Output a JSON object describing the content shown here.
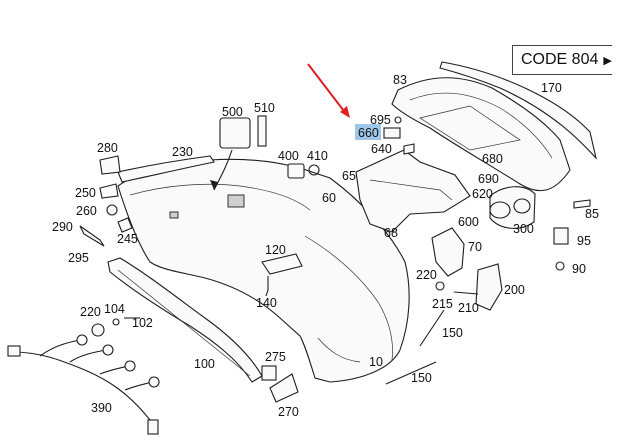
{
  "code_box": {
    "label": "CODE 804",
    "arrow_icon": "triangle-right-icon"
  },
  "highlight": {
    "part": "660",
    "color": "#9ec6e8"
  },
  "callout_arrow_color": "#e02020",
  "parts": {
    "p83": "83",
    "p170": "170",
    "p695": "695",
    "p660": "660",
    "p640": "640",
    "p500": "500",
    "p510": "510",
    "p280": "280",
    "p230": "230",
    "p400": "400",
    "p410": "410",
    "p680": "680",
    "p690": "690",
    "p620": "620",
    "p65": "65",
    "p60": "60",
    "p600": "600",
    "p300": "300",
    "p85": "85",
    "p250": "250",
    "p260": "260",
    "p245": "245",
    "p290": "290",
    "p295": "295",
    "p68": "68",
    "p70": "70",
    "p95": "95",
    "p90": "90",
    "p120": "120",
    "p140": "140",
    "p220a": "220",
    "p215": "215",
    "p210": "210",
    "p200": "200",
    "p220b": "220",
    "p104": "104",
    "p102": "102",
    "p150a": "150",
    "p100": "100",
    "p275": "275",
    "p10": "10",
    "p150b": "150",
    "p390": "390",
    "p270": "270"
  }
}
